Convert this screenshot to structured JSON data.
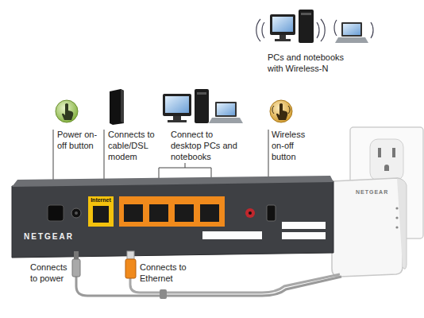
{
  "diagram": {
    "nodes": [
      {
        "text": [
          "Internet",
          "NETGEAR"
        ]
      },
      {
        "text": [
          "NETGEAR"
        ]
      }
    ],
    "labels": [
      "PCs and notebooks with Wireless-N",
      "Power on-off button",
      "Connects to cable/DSL modem",
      "Connect to desktop PCs and notebooks",
      "Wireless on-off button",
      "Connects to power",
      "Connects to Ethernet"
    ]
  }
}
